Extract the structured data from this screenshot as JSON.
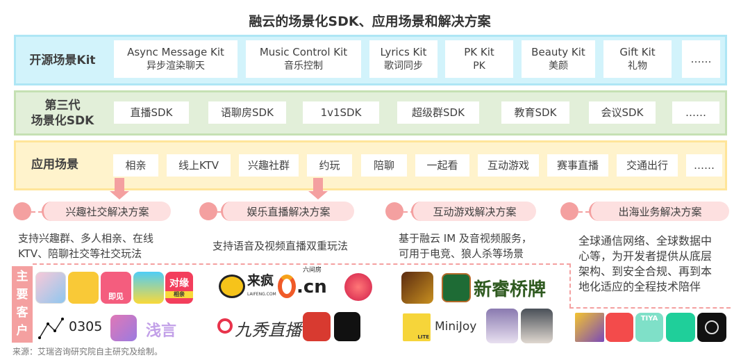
{
  "title": "融云的场景化SDK、应用场景和解决方案",
  "kit_row": {
    "label": "开源场景Kit",
    "items": [
      {
        "name": "Async Message Kit",
        "sub": "异步渲染聊天"
      },
      {
        "name": "Music Control Kit",
        "sub": "音乐控制"
      },
      {
        "name": "Lyrics Kit",
        "sub": "歌词同步"
      },
      {
        "name": "PK Kit",
        "sub": "PK"
      },
      {
        "name": "Beauty Kit",
        "sub": "美颜"
      },
      {
        "name": "Gift Kit",
        "sub": "礼物"
      },
      {
        "name": "……",
        "sub": ""
      }
    ]
  },
  "sdk_row": {
    "label_line1": "第三代",
    "label_line2": "场景化SDK",
    "items": [
      "直播SDK",
      "语聊房SDK",
      "1v1SDK",
      "超级群SDK",
      "教育SDK",
      "会议SDK",
      "……"
    ]
  },
  "scene_row": {
    "label": "应用场景",
    "items": [
      "相亲",
      "线上KTV",
      "兴趣社群",
      "约玩",
      "陪聊",
      "一起看",
      "互动游戏",
      "赛事直播",
      "交通出行",
      "……"
    ]
  },
  "solutions": [
    {
      "title": "兴趣社交解决方案",
      "desc": [
        "支持兴趣群、多人相亲、在线",
        "KTV、陪聊社交等社交玩法"
      ]
    },
    {
      "title": "娱乐直播解决方案",
      "desc": [
        "支持语音及视频直播双重玩法"
      ]
    },
    {
      "title": "互动游戏解决方案",
      "desc": [
        "基于融云 IM 及音视频服务，",
        "可用于电竞、狼人杀等场景"
      ]
    },
    {
      "title": "出海业务解决方案",
      "desc": [
        "全球通信网络、全球数据中",
        "心等，为开发者提供从底层",
        "架构、到安全合规、再到本",
        "地化适应的全程技术陪伴"
      ]
    }
  ],
  "customers": {
    "label": [
      "主",
      "要",
      "客",
      "户"
    ],
    "logos": {
      "jijian": "即见",
      "duiyuan": "对缘",
      "duiyuan_sub": "相亲",
      "n0305": "0305",
      "qianyan": "浅言",
      "laifeng": "来疯",
      "laifeng_sub": "LAIFENG.COM",
      "liujianfang": "六间房",
      "cn": ".cn",
      "jiuxiu": "九秀直播",
      "xinrui": "新睿桥牌",
      "minijoy": "MiniJoy",
      "minijoy_badge": "LITE",
      "tiya": "TIYA"
    }
  },
  "source": "来源：艾瑞咨询研究院自主研究及绘制。",
  "colors": {
    "blue_bg": "#d2f3fb",
    "green_bg": "#e2efd9",
    "yellow_bg": "#fff3cc",
    "accent_pink": "#f4a0a0",
    "pill_bg": "#fde0e0"
  }
}
